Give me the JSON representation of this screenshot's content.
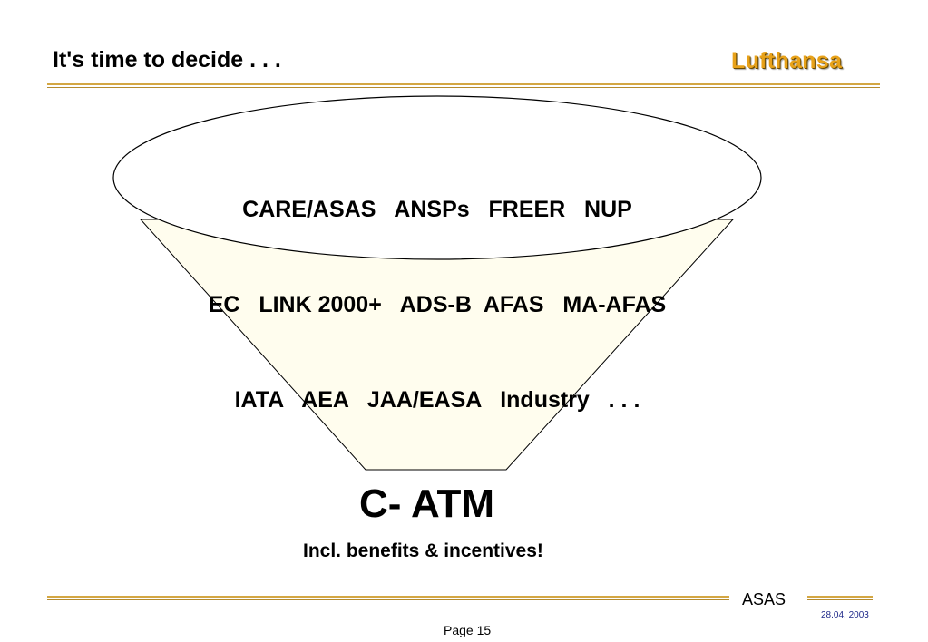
{
  "header": {
    "title": "It's time to decide . . .",
    "logo": "Lufthansa",
    "logo_color": "#e8a21a"
  },
  "funnel": {
    "fill": "#fffdee",
    "lines": [
      "CARE/ASAS   ANSPs   FREER   NUP",
      "EC   LINK 2000+   ADS-B  AFAS   MA-AFAS",
      "IATA   AEA   JAA/EASA   Industry   . . ."
    ],
    "result": "C- ATM",
    "subtitle": "Incl. benefits & incentives!"
  },
  "footer": {
    "label": "ASAS",
    "date": "28.04. 2003",
    "page": "Page 15"
  }
}
